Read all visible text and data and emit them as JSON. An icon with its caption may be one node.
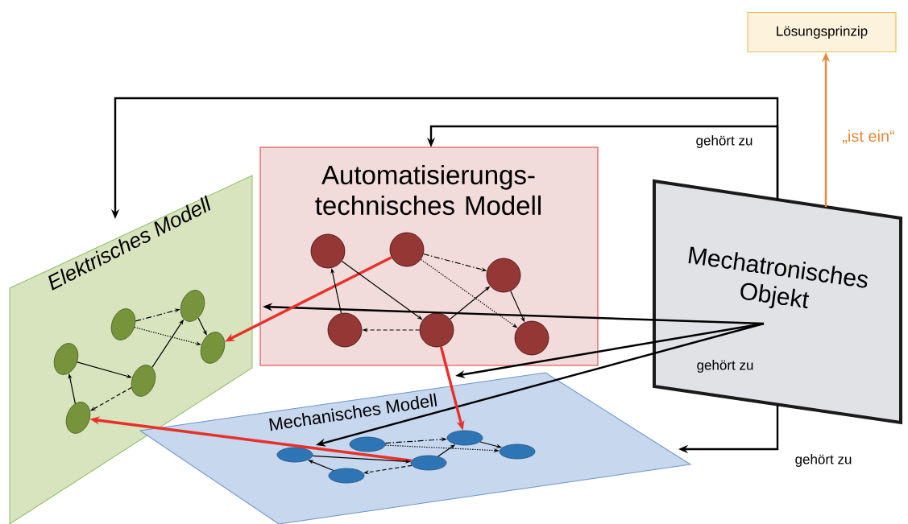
{
  "diagram": {
    "nodes": [
      {
        "text": [
          "Lösungsprinzip"
        ]
      },
      {
        "text": [
          "Mechatronisches Objekt"
        ]
      },
      {
        "text": [
          "Automatisierungs- technisches Modell"
        ]
      },
      {
        "text": [
          "Elektrisches Modell"
        ]
      },
      {
        "text": [
          "Mechanisches Modell"
        ]
      },
      {
        "text": [],
        "shape": "circle",
        "in": 2
      },
      {
        "text": [],
        "shape": "circle",
        "in": 2
      },
      {
        "text": [],
        "shape": "circle",
        "in": 2
      },
      {
        "text": [],
        "shape": "circle",
        "in": 2
      },
      {
        "text": [],
        "shape": "circle",
        "in": 2
      },
      {
        "text": [],
        "shape": "circle",
        "in": 2
      },
      {
        "text": [],
        "shape": "ellipse",
        "in": 3
      },
      {
        "text": [],
        "shape": "ellipse",
        "in": 3
      },
      {
        "text": [],
        "shape": "ellipse",
        "in": 3
      },
      {
        "text": [],
        "shape": "ellipse",
        "in": 3
      },
      {
        "text": [],
        "shape": "ellipse",
        "in": 3
      },
      {
        "text": [],
        "shape": "ellipse",
        "in": 3
      },
      {
        "text": [],
        "shape": "ellipse",
        "in": 4
      },
      {
        "text": [],
        "shape": "ellipse",
        "in": 4
      },
      {
        "text": [],
        "shape": "ellipse",
        "in": 4
      },
      {
        "text": [],
        "shape": "ellipse",
        "in": 4
      },
      {
        "text": [],
        "shape": "ellipse",
        "in": 4
      },
      {
        "text": [],
        "shape": "ellipse",
        "in": 4
      }
    ],
    "edges": [
      {
        "from": 1,
        "to": 3,
        "arrow": "to"
      },
      {
        "from": 1,
        "to": 2,
        "arrow": "to",
        "label": "gehört zu"
      },
      {
        "from": 1,
        "to": 0,
        "arrow": "to",
        "color": "#e8873a",
        "label": "„ist ein“"
      },
      {
        "from": 1,
        "to": 2,
        "arrow": "to"
      },
      {
        "from": 1,
        "to": 4,
        "arrow": "to",
        "label": "gehört zu"
      },
      {
        "from": 1,
        "to": 17,
        "arrow": "to"
      },
      {
        "from": 1,
        "to": 4,
        "arrow": "to",
        "label": "gehört zu"
      },
      {
        "from": 6,
        "to": 16,
        "arrow": "to",
        "style": "thick",
        "color": "#e8302a"
      },
      {
        "from": 9,
        "to": 19,
        "arrow": "to",
        "style": "thick",
        "color": "#e8302a"
      },
      {
        "from": 21,
        "to": 14,
        "arrow": "to",
        "style": "thick",
        "color": "#e8302a"
      },
      {
        "from": 8,
        "to": 5,
        "arrow": "to"
      },
      {
        "from": 5,
        "to": 9,
        "arrow": "to"
      },
      {
        "from": 9,
        "to": 8,
        "arrow": "to",
        "style": "dashed"
      },
      {
        "from": 9,
        "to": 7,
        "arrow": "to"
      },
      {
        "from": 6,
        "to": 7,
        "arrow": "to",
        "style": "dashed"
      },
      {
        "from": 6,
        "to": 10,
        "arrow": "to",
        "style": "dashed"
      },
      {
        "from": 7,
        "to": 10,
        "arrow": "to"
      },
      {
        "from": 14,
        "to": 11,
        "arrow": "to"
      },
      {
        "from": 11,
        "to": 15,
        "arrow": "to"
      },
      {
        "from": 15,
        "to": 14,
        "arrow": "to",
        "style": "dashed"
      },
      {
        "from": 15,
        "to": 13,
        "arrow": "to"
      },
      {
        "from": 12,
        "to": 13,
        "arrow": "to",
        "style": "dashed"
      },
      {
        "from": 12,
        "to": 16,
        "arrow": "to",
        "style": "dashed"
      },
      {
        "from": 13,
        "to": 16,
        "arrow": "to"
      },
      {
        "from": 20,
        "to": 17,
        "arrow": "to"
      },
      {
        "from": 17,
        "to": 21,
        "arrow": "to"
      },
      {
        "from": 21,
        "to": 20,
        "arrow": "to",
        "style": "dashed"
      },
      {
        "from": 21,
        "to": 19,
        "arrow": "to"
      },
      {
        "from": 18,
        "to": 19,
        "arrow": "to",
        "style": "dashed"
      },
      {
        "from": 18,
        "to": 22,
        "arrow": "to",
        "style": "dashed"
      },
      {
        "from": 19,
        "to": 22,
        "arrow": "to"
      }
    ]
  }
}
